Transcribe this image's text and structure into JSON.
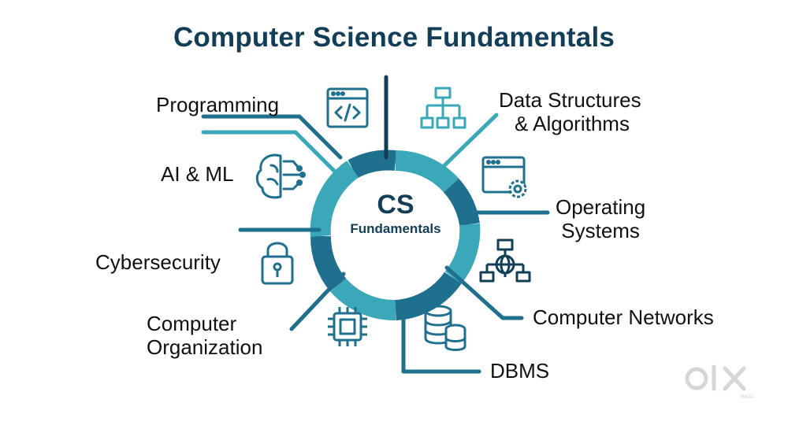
{
  "title": "Computer Science Fundamentals",
  "center": {
    "main": "CS",
    "sub": "Fundamentals"
  },
  "topics": {
    "programming": "Programming",
    "dsa_line1": "Data Structures",
    "dsa_line2": "& Algorithms",
    "ai_ml": "AI & ML",
    "os_line1": "Operating",
    "os_line2": "Systems",
    "cybersecurity": "Cybersecurity",
    "networks": "Computer Networks",
    "org_line1": "Computer",
    "org_line2": "Organization",
    "dbms": "DBMS"
  },
  "watermark": {
    "brand": "OLX",
    "sub": "INDIA"
  },
  "colors": {
    "dark": "#123e57",
    "mid": "#1f6f8f",
    "light": "#3aa8b8"
  }
}
